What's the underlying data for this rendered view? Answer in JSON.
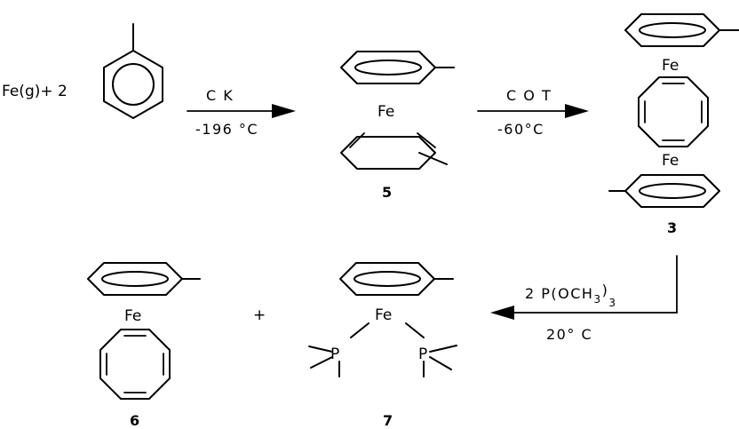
{
  "reactant": {
    "prefix": "Fe(g)+ 2"
  },
  "step1": {
    "reagent": "C K",
    "condition": "-196 °C"
  },
  "step2": {
    "reagent": "C O T",
    "condition": "-60°C"
  },
  "step3": {
    "reagent_main": "2 P(OCH",
    "reagent_sub": "3",
    "reagent_close": ")",
    "reagent_sub2": "3",
    "condition": "20° C"
  },
  "metal_label": "Fe",
  "plus_sign": "+",
  "phosphorus_label": "P",
  "compounds": {
    "c5": "5",
    "c3": "3",
    "c6": "6",
    "c7": "7"
  }
}
